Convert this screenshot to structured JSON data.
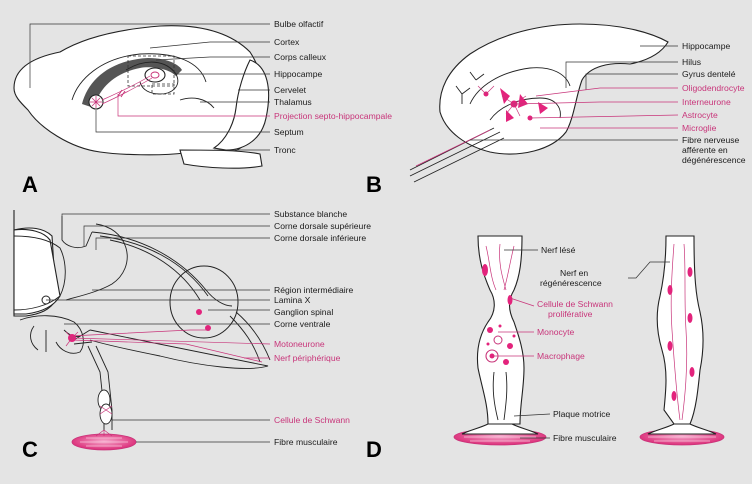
{
  "panels": {
    "a": {
      "letter": "A",
      "labels": [
        "Bulbe olfactif",
        "Cortex",
        "Corps calleux",
        "Hippocampe",
        "Cervelet",
        "Thalamus",
        "Projection septo-hippocampale",
        "Septum",
        "Tronc"
      ]
    },
    "b": {
      "letter": "B",
      "labels": [
        "Hippocampe",
        "Hilus",
        "Gyrus dentelé",
        "Oligodendrocyte",
        "Interneurone",
        "Astrocyte",
        "Microglie",
        "Fibre nerveuse",
        "afférente en",
        "dégénérescence"
      ]
    },
    "c": {
      "letter": "C",
      "labels": [
        "Substance blanche",
        "Corne dorsale supérieure",
        "Corne dorsale inférieure",
        "Région intermédiaire",
        "Lamina X",
        "Ganglion spinal",
        "Corne ventrale",
        "Motoneurone",
        "Nerf périphérique",
        "Cellule de Schwann",
        "Fibre musculaire"
      ]
    },
    "d": {
      "letter": "D",
      "labels": [
        "Nerf lésé",
        "Nerf en",
        "régénérescence",
        "Cellule de Schwann",
        "proliférative",
        "Monocyte",
        "Macrophage",
        "Plaque motrice",
        "Fibre musculaire"
      ]
    }
  },
  "colors": {
    "background": "#e4e4e4",
    "accent": "#c8357a",
    "muscle": "#e3237c"
  }
}
